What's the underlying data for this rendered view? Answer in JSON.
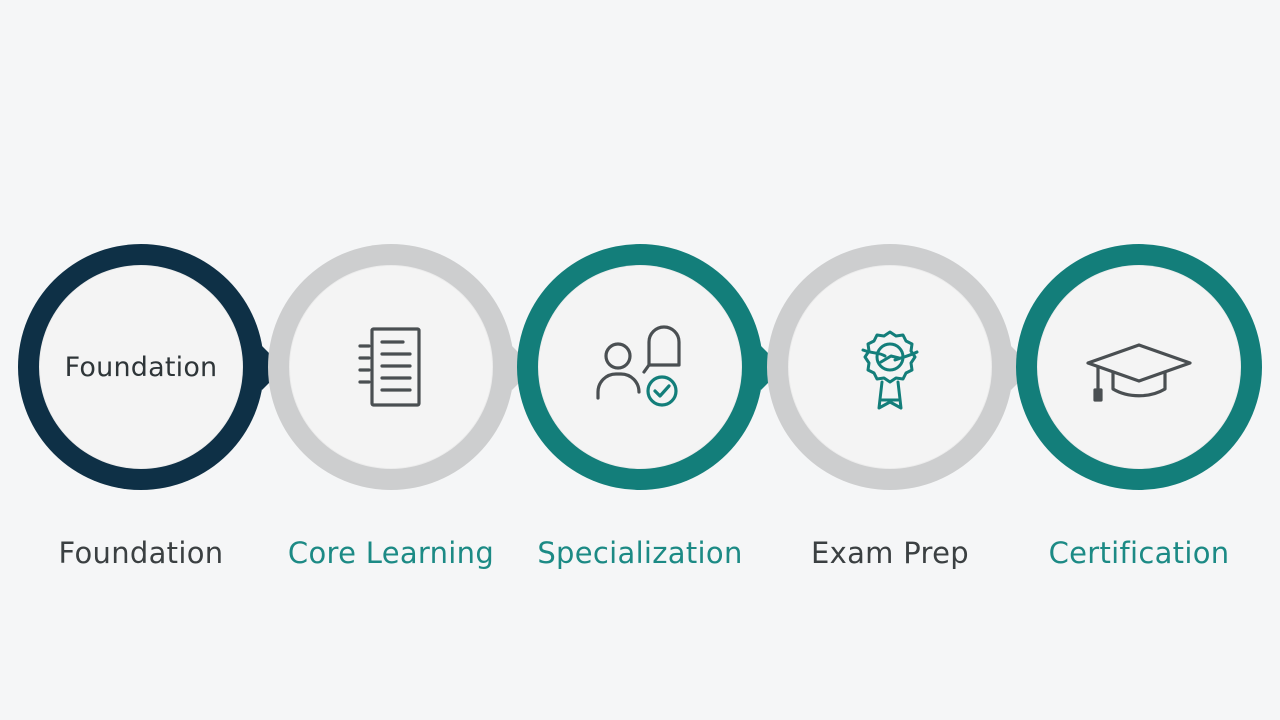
{
  "steps": [
    {
      "caption": "Foundation",
      "inner_text": "Foundation",
      "icon": "none",
      "ring_color": "#0e3046",
      "caption_color": "#3b4042"
    },
    {
      "caption": "Core Learning",
      "icon": "document-list-icon",
      "ring_color": "#cdcecf",
      "caption_color": "#1c8a85"
    },
    {
      "caption": "Specialization",
      "icon": "user-checkmark-icon",
      "ring_color": "#137e7a",
      "caption_color": "#1c8a85"
    },
    {
      "caption": "Exam Prep",
      "icon": "award-badge-icon",
      "ring_color": "#cdcecf",
      "caption_color": "#3b4042"
    },
    {
      "caption": "Certification",
      "icon": "graduation-cap-icon",
      "ring_color": "#137e7a",
      "caption_color": "#1c8a85"
    }
  ],
  "colors": {
    "background": "#f5f6f7",
    "dark_navy": "#0e3046",
    "teal": "#137e7a",
    "gray_ring": "#cdcecf",
    "icon_gray": "#4a4f52"
  }
}
